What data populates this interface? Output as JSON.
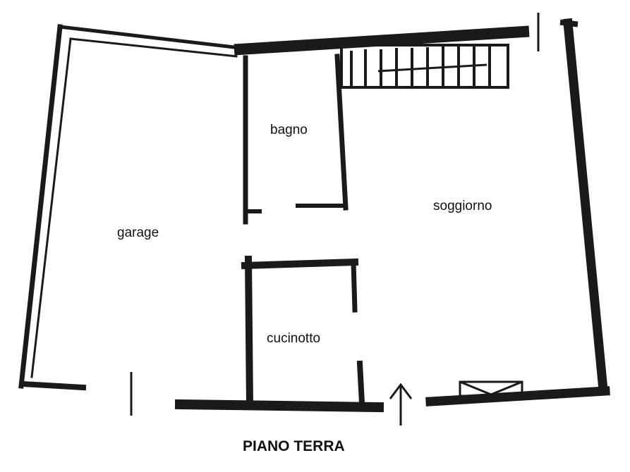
{
  "plan": {
    "title": "PIANO TERRA",
    "rooms": {
      "garage": "garage",
      "bagno": "bagno",
      "soggiorno": "soggiorno",
      "cucinotto": "cucinotto"
    },
    "wall_color": "#1a1a1a",
    "background_color": "#ffffff"
  }
}
